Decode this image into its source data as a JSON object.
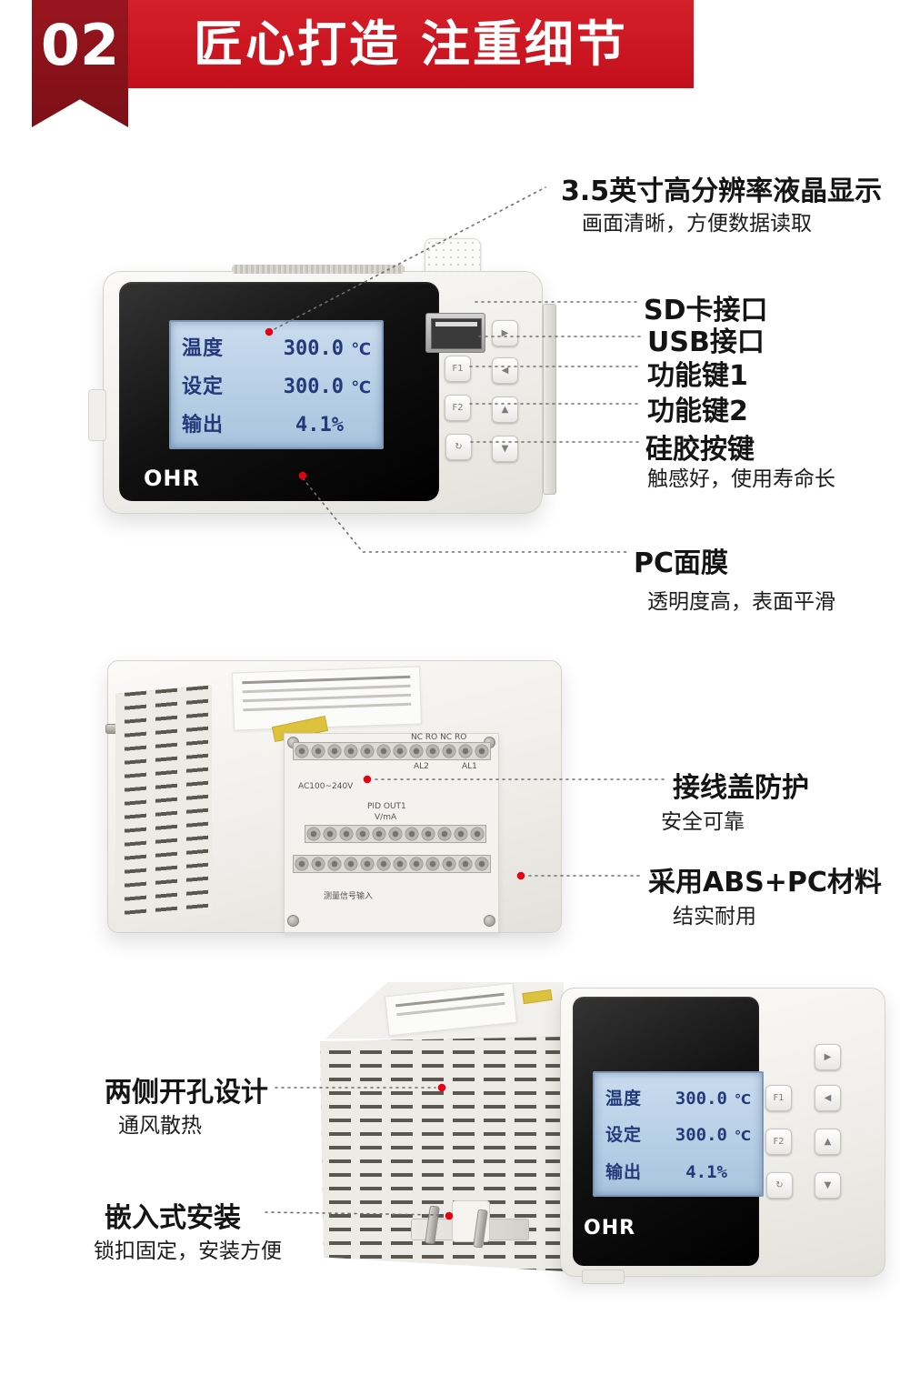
{
  "header": {
    "badge": "02",
    "title": "匠心打造 注重细节"
  },
  "colors": {
    "banner_red": "#c9121d",
    "badge_dark_red": "#8a1118",
    "annotation_dot_red": "#e60014",
    "lcd_background": "#b9cfe7",
    "lcd_text": "#24397a"
  },
  "lcd": {
    "rows": [
      {
        "label": "温度",
        "value": "300.0",
        "unit": "℃"
      },
      {
        "label": "设定",
        "value": "300.0",
        "unit": "℃"
      },
      {
        "label": "输出",
        "value": "4.1%",
        "unit": ""
      }
    ]
  },
  "brand": "OHR",
  "keys": {
    "f1": "F1",
    "f2": "F2",
    "power": "↻",
    "right": "▶",
    "left": "◀",
    "up": "▲",
    "down": "▼"
  },
  "front_annotations": {
    "lcd_title": "3.5英寸高分辨率液晶显示",
    "lcd_sub": "画面清晰，方便数据读取",
    "sd": "SD卡接口",
    "usb": "USB接口",
    "fk1": "功能键1",
    "fk2": "功能键2",
    "silicone": "硅胶按键",
    "silicone_sub": "触感好，使用寿命长",
    "pc": "PC面膜",
    "pc_sub": "透明度高，表面平滑"
  },
  "back_annotations": {
    "cover": "接线盖防护",
    "cover_sub": "安全可靠",
    "material": "采用ABS+PC材料",
    "material_sub": "结实耐用"
  },
  "side_annotations": {
    "vents": "两侧开孔设计",
    "vents_sub": "通风散热",
    "mount": "嵌入式安装",
    "mount_sub": "锁扣固定，安装方便"
  },
  "terminal_labels": {
    "relay": "NC RO   NC RO",
    "al2": "AL2",
    "al1": "AL1",
    "power": "AC100~240V",
    "pid": "PID OUT1",
    "vma": "V/mA",
    "input": "测量信号输入"
  }
}
